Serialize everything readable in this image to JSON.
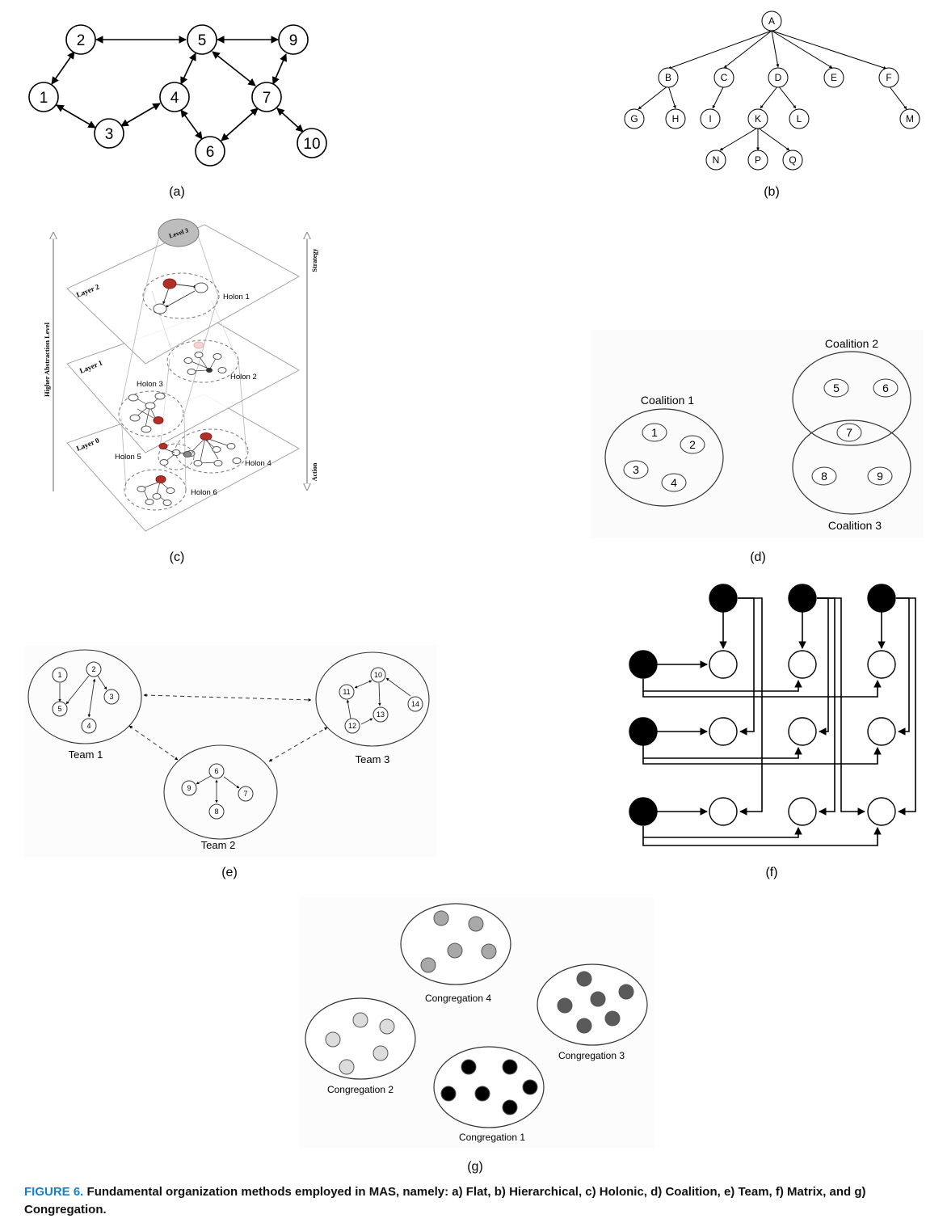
{
  "panels": {
    "a": {
      "label": "(a)",
      "nodes": [
        "1",
        "2",
        "3",
        "4",
        "5",
        "6",
        "7",
        "9",
        "10"
      ]
    },
    "b": {
      "label": "(b)",
      "nodes": [
        "A",
        "B",
        "C",
        "D",
        "E",
        "F",
        "G",
        "H",
        "I",
        "K",
        "L",
        "M",
        "N",
        "P",
        "Q"
      ]
    },
    "c": {
      "label": "(c)",
      "level3": "Level 3",
      "layers": [
        "Layer 2",
        "Layer 1",
        "Layer 0"
      ],
      "holons": [
        "Holon 1",
        "Holon 2",
        "Holon 3",
        "Holon 4",
        "Holon 5",
        "Holon 6"
      ],
      "left_axis": "Higher Abstraction Level",
      "right_top": "Strategy",
      "right_bottom": "Action",
      "accent_color": "#b03028"
    },
    "d": {
      "label": "(d)",
      "coalitions": [
        "Coalition 1",
        "Coalition 2",
        "Coalition 3"
      ],
      "nodes": [
        "1",
        "2",
        "3",
        "4",
        "5",
        "6",
        "7",
        "8",
        "9"
      ]
    },
    "e": {
      "label": "(e)",
      "teams": [
        "Team 1",
        "Team 2",
        "Team 3"
      ],
      "nodes": [
        "1",
        "2",
        "3",
        "4",
        "5",
        "6",
        "7",
        "8",
        "9",
        "10",
        "11",
        "12",
        "13",
        "14"
      ]
    },
    "f": {
      "label": "(f)"
    },
    "g": {
      "label": "(g)",
      "congregations": [
        "Congregation 1",
        "Congregation 2",
        "Congregation 3",
        "Congregation 4"
      ],
      "colors": {
        "c1": "#000000",
        "c2": "#dcdcdc",
        "c3": "#5a5a5a",
        "c4": "#a8a8a8"
      }
    }
  },
  "caption": {
    "figure": "FIGURE 6.",
    "text": "Fundamental organization methods employed in MAS, namely: a) Flat, b) Hierarchical, c) Holonic, d) Coalition, e) Team, f) Matrix, and g) Congregation."
  }
}
